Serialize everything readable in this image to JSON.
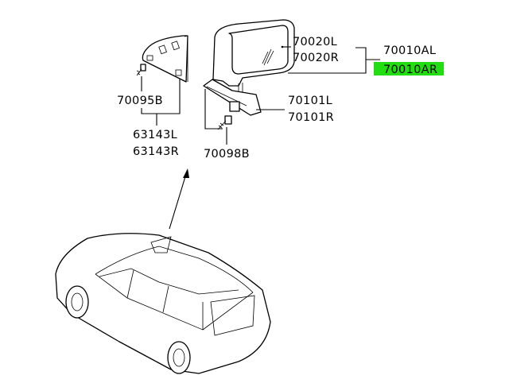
{
  "diagram": {
    "parts": {
      "mirror_glass_l": "70020L",
      "mirror_glass_r": "70020R",
      "mirror_assy_l": "70010AL",
      "mirror_assy_r": "70010AR",
      "screw_a": "70095B",
      "cover_l": "63143L",
      "cover_r": "63143R",
      "gasket_l": "70101L",
      "gasket_r": "70101R",
      "screw_b": "70098B"
    },
    "highlight_color": "#22dd11"
  }
}
